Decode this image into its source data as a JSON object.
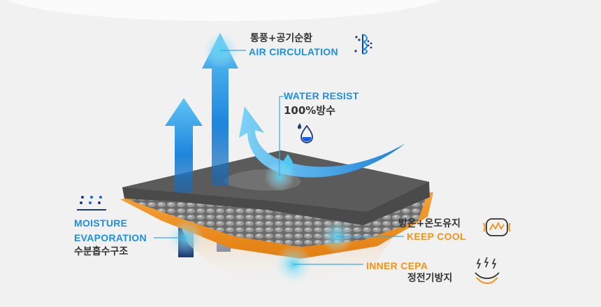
{
  "colors": {
    "accent_blue": "#1b8fe0",
    "accent_orange": "#f29419",
    "text_dark": "#333333",
    "background": "#f1f1f1"
  },
  "features": {
    "air": {
      "en": "AIR CIRCULATION",
      "ko": "통풍+공기순환",
      "icon": "vent-airflow-icon"
    },
    "water": {
      "en": "WATER RESIST",
      "ko": "100%방수",
      "icon": "water-drop-icon"
    },
    "moisture": {
      "en_line1": "MOISTURE",
      "en_line2": "EVAPORATION",
      "ko": "수분흡수구조",
      "icon": "evaporation-dots-icon"
    },
    "cool": {
      "en": "KEEP COOL",
      "ko": "방온+온도유지",
      "icon": "cool-fabric-icon"
    },
    "inner": {
      "en": "INNER CEPA",
      "ko": "정전기방지",
      "icon": "anti-static-icon"
    }
  }
}
